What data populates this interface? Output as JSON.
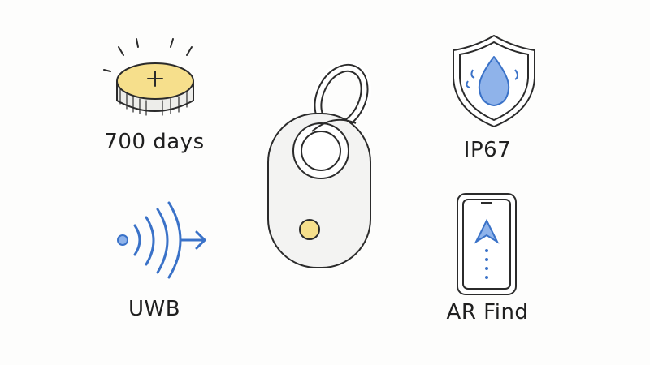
{
  "features": {
    "battery": {
      "label": "700 days",
      "icon": "coin-battery-icon"
    },
    "uwb": {
      "label": "UWB",
      "icon": "uwb-signal-icon"
    },
    "water": {
      "label": "IP67",
      "icon": "water-shield-icon"
    },
    "ar": {
      "label": "AR Find",
      "icon": "phone-ar-arrow-icon"
    }
  },
  "device": {
    "icon": "smart-tag-keyring-icon"
  },
  "colors": {
    "accent_yellow": "#f6df8c",
    "accent_blue": "#3a72c8",
    "water_fill": "#8fb3ea",
    "outline": "#2b2b2b"
  }
}
